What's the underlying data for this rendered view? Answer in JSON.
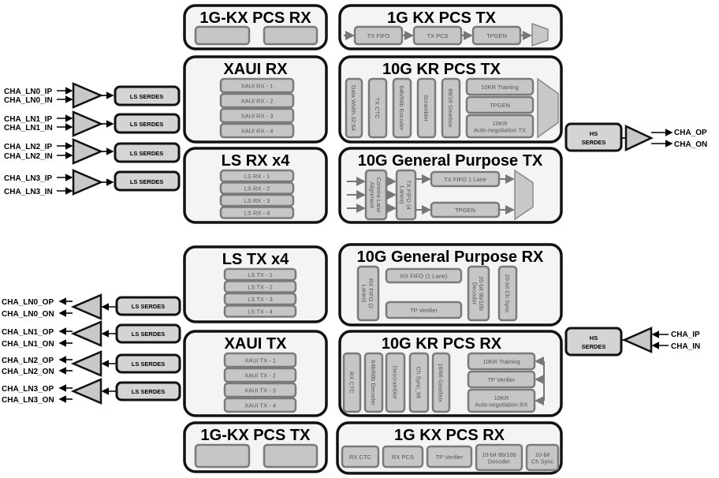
{
  "blocks": [
    {
      "title": "1G-KX PCS RX",
      "subs": [
        "",
        ""
      ]
    },
    {
      "title": "1G KX PCS TX",
      "subs": [
        "TX FIFO",
        "TX PCS",
        "TPGEN"
      ]
    },
    {
      "title": "XAUI RX",
      "subs": [
        "XAUI RX - 1",
        "XAUI RX - 2",
        "XAUI RX - 3",
        "XAUI RX - 4"
      ]
    },
    {
      "title": "10G KR PCS TX",
      "subs": [
        "Data Width 32:64",
        "TX CTC",
        "64b/66b Encoder",
        "Scrambler",
        "66/16 Gearbox",
        "10KR Training",
        "TPGEN",
        "10KR Auto-negotiation TX"
      ]
    },
    {
      "title": "LS RX x4",
      "subs": [
        "LS RX - 1",
        "LS RX - 2",
        "LS RX - 3",
        "LS RX - 4"
      ]
    },
    {
      "title": "10G General Purpose TX",
      "subs": [
        "Comma Lane Alignment",
        "TX FIFO (4 Lanes)",
        "TX FIFO 1 Lane",
        "TPGEN"
      ]
    },
    {
      "title": "LS TX x4",
      "subs": [
        "LS TX - 1",
        "LS TX - 2",
        "LS TX - 3",
        "LS TX - 4"
      ]
    },
    {
      "title": "10G General Purpose RX",
      "subs": [
        "RX FIFO (2 Lanes)",
        "RX FIFO (1 Lane)",
        "TP Verifier",
        "20-bit 8b/10b Decoder",
        "20-bit Ch Sync"
      ]
    },
    {
      "title": "XAUI TX",
      "subs": [
        "XAUI TX - 1",
        "XAUI TX - 2",
        "XAUI TX - 3",
        "XAUI TX - 4"
      ]
    },
    {
      "title": "10G KR PCS RX",
      "subs": [
        "RX CTC",
        "64b/66b Decoder",
        "Descrambler",
        "Ch Sync_66",
        "16/66 Gearbox",
        "10KR Training",
        "TP Verifier",
        "10KR Auto-negotiation RX"
      ]
    },
    {
      "title": "1G-KX PCS TX",
      "subs": [
        "",
        ""
      ]
    },
    {
      "title": "1G KX PCS RX",
      "subs": [
        "RX CTC",
        "RX PCS",
        "TP Verifier",
        "10-bit 8b/10b Decoder",
        "10-bit Ch Sync"
      ]
    }
  ],
  "ls_serdes_label": "LS SERDES",
  "hs_serdes_label": [
    "HS",
    "SERDES"
  ],
  "rx_lanes": [
    [
      "CHA_LN0_IP",
      "CHA_LN0_IN"
    ],
    [
      "CHA_LN1_IP",
      "CHA_LN1_IN"
    ],
    [
      "CHA_LN2_IP",
      "CHA_LN2_IN"
    ],
    [
      "CHA_LN3_IP",
      "CHA_LN3_IN"
    ]
  ],
  "tx_lanes": [
    [
      "CHA_LN0_OP",
      "CHA_LN0_ON"
    ],
    [
      "CHA_LN1_OP",
      "CHA_LN1_ON"
    ],
    [
      "CHA_LN2_OP",
      "CHA_LN2_ON"
    ],
    [
      "CHA_LN3_OP",
      "CHA_LN3_ON"
    ]
  ],
  "hs_tx_pins": [
    "CHA_OP",
    "CHA_ON"
  ],
  "hs_rx_pins": [
    "CHA_IP",
    "CHA_IN"
  ]
}
